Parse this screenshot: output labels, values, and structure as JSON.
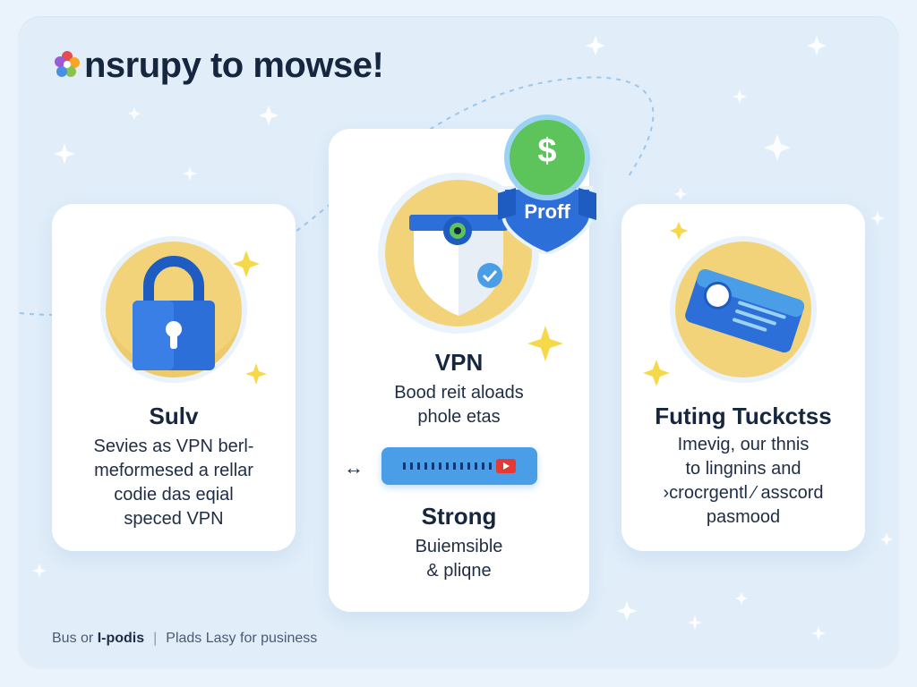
{
  "header": {
    "title": "nsrupy to mowse!",
    "logo_icon": "flower-logo-icon"
  },
  "cards": {
    "left": {
      "icon": "padlock-icon",
      "title": "Sulv",
      "lines": [
        "Sevies as VPN berl-",
        "meformesed a rellar",
        "codie das eqial",
        "speced VPN"
      ]
    },
    "center": {
      "icon": "shield-eye-icon",
      "title": "VPN",
      "lines": [
        "Bood reit aloads",
        "phole etas"
      ],
      "subtitle": "Strong",
      "sublines": [
        "Buiemsible",
        "& pliqne"
      ]
    },
    "right": {
      "icon": "id-card-icon",
      "title": "Futing Tuckctss",
      "lines": [
        "Imevig, our thnis",
        "to lingnins and",
        "›crocrgentl ⁄ asscord",
        "pasmood"
      ]
    }
  },
  "badge": {
    "dollar": "$",
    "label": "Proff",
    "colors": {
      "coin": "#5cc45a",
      "shield": "#2d6fd8"
    }
  },
  "footer": {
    "logo_prefix": "Bus or ",
    "logo_bold": "I-podis",
    "separator": "|",
    "tagline": "Plads Lasy for pusiness"
  },
  "colors": {
    "background": "#e1eefa",
    "circle": "#f2d37a",
    "accent_blue": "#2d6fd8",
    "sparkle": "#f6d94a"
  }
}
